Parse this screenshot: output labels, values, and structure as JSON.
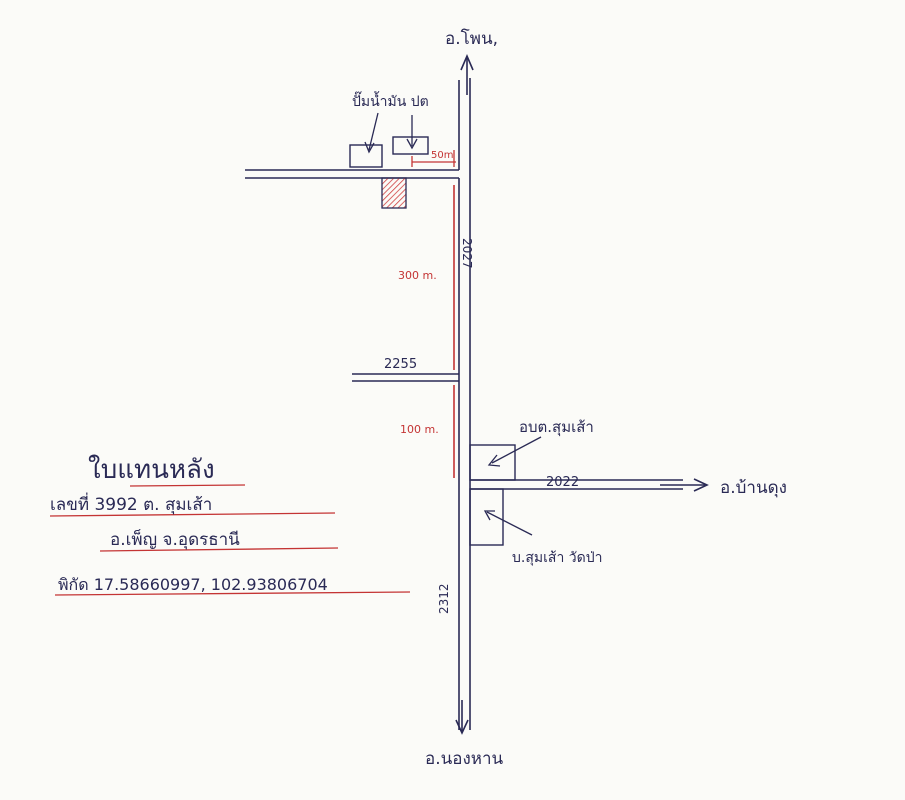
{
  "directions": {
    "north": "อ.โพน,",
    "south": "อ.นองหาน",
    "east": "อ.บ้านดุง"
  },
  "roads": {
    "main_north": "2027",
    "main_south": "2312",
    "branch_middle": "2255",
    "branch_east": "2022"
  },
  "places": {
    "gas_station": "ปั๊มน้ำมัน ปต",
    "subdistrict_org": "อบต.สุมเส้า",
    "village_temple": "บ.สุมเส้า วัดป่า"
  },
  "distances": {
    "north_gap": "50m",
    "upper_segment": "300 m.",
    "lower_segment": "100 m."
  },
  "note": {
    "title": "ใบแทนหลัง",
    "address_line1": "เลขที่ 3992 ต. สุมเส้า",
    "address_line2": "อ.เพ็ญ จ.อุดรธานี",
    "coordinates": "พิกัด 17.58660997, 102.93806704"
  },
  "colors": {
    "ink": "#2a2a55",
    "red_ink": "#c43434"
  }
}
